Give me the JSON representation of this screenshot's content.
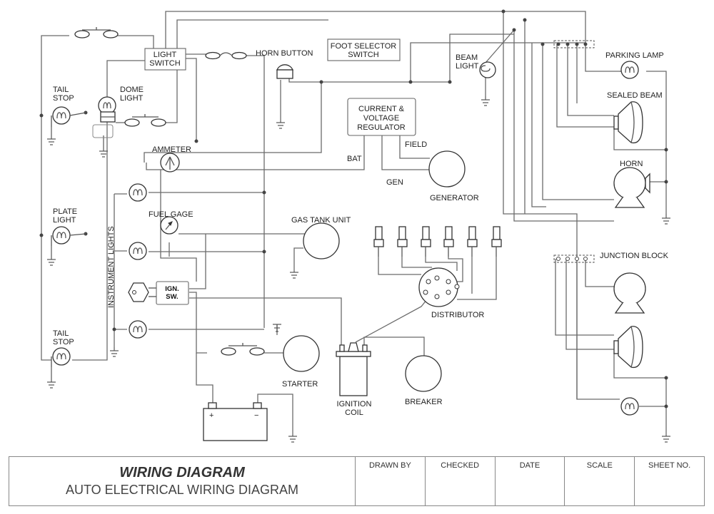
{
  "labels": {
    "tail_stop_top": [
      "TAIL",
      "STOP"
    ],
    "dome_light": [
      "DOME",
      "LIGHT"
    ],
    "light_switch": [
      "LIGHT",
      "SWITCH"
    ],
    "horn_button": "HORN BUTTON",
    "foot_selector_switch": [
      "FOOT SELECTOR",
      "SWITCH"
    ],
    "beam_light": [
      "BEAM",
      "LIGHT"
    ],
    "parking_lamp_top": "PARKING LAMP",
    "sealed_beam_top": "SEALED BEAM",
    "current_voltage_regulator": [
      "CURRENT &",
      "VOLTAGE",
      "REGULATOR"
    ],
    "field": "FIELD",
    "bat": "BAT",
    "gen": "GEN",
    "generator": "GENERATOR",
    "ammeter": "AMMETER",
    "horn": "HORN",
    "plate_light": [
      "PLATE",
      "LIGHT"
    ],
    "fuel_gage": "FUEL GAGE",
    "gas_tank_unit": "GAS TANK UNIT",
    "instrument_lights": "INSTRUMENT LIGHTS",
    "ign_sw": [
      "IGN.",
      "SW."
    ],
    "junction_block": "JUNCTION BLOCK",
    "distributor": "DISTRIBUTOR",
    "tail_stop_bottom": [
      "TAIL",
      "STOP"
    ],
    "starter": "STARTER",
    "ignition_coil": [
      "IGNITION",
      "COIL"
    ],
    "breaker": "BREAKER",
    "battery_plus": "+",
    "battery_minus": "−"
  },
  "title_block": {
    "title": "WIRING DIAGRAM",
    "subtitle": "AUTO ELECTRICAL WIRING DIAGRAM",
    "columns": [
      "DRAWN BY",
      "CHECKED",
      "DATE",
      "SCALE",
      "SHEET NO."
    ]
  }
}
